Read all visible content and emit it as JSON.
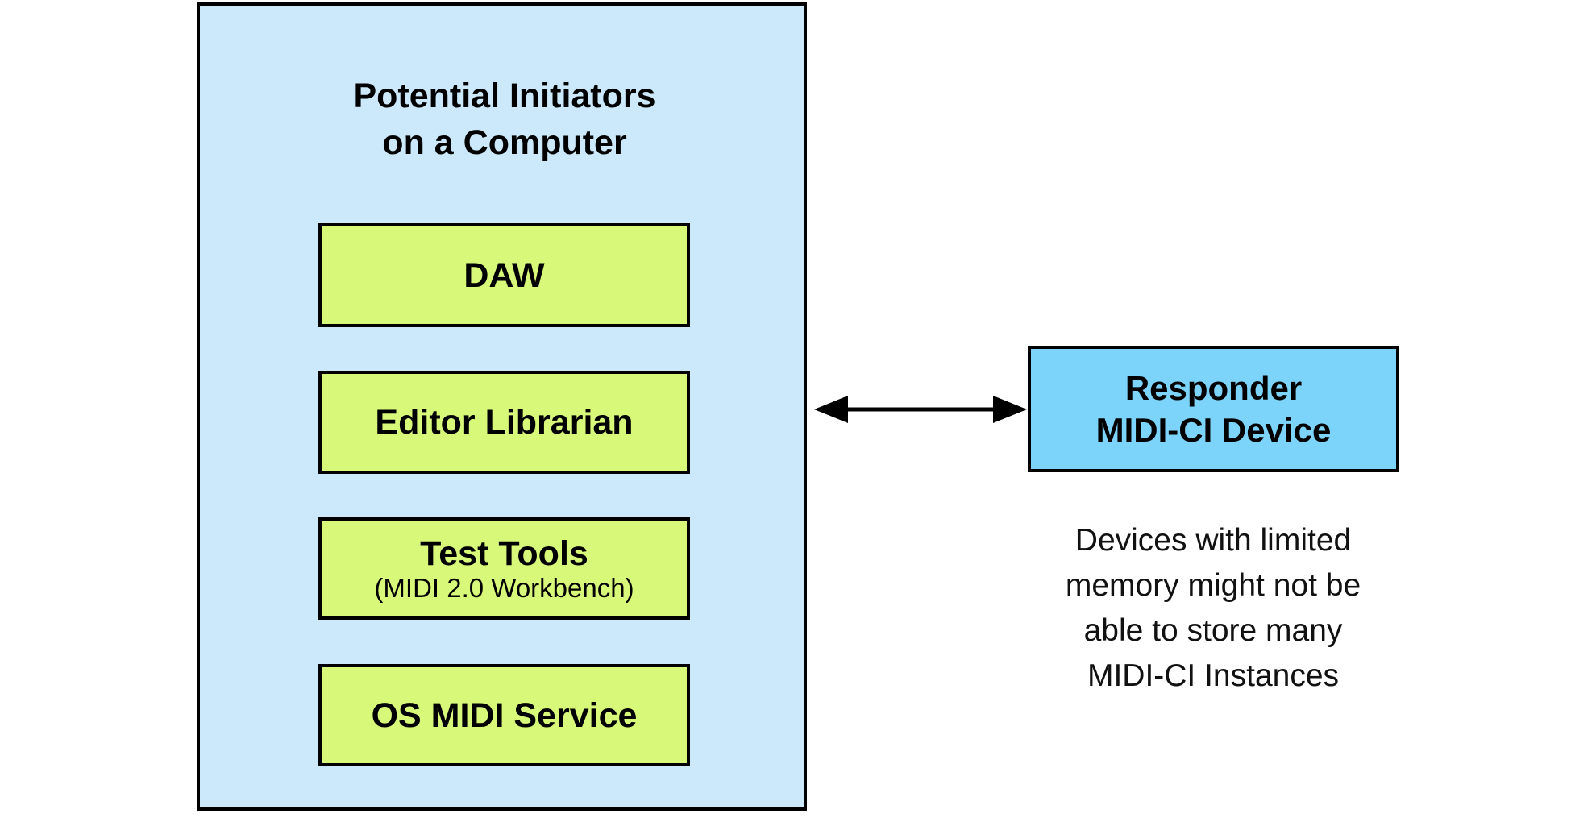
{
  "diagram": {
    "initiators_group": {
      "title": "Potential Initiators\non a Computer",
      "items": [
        {
          "label": "DAW",
          "sublabel": ""
        },
        {
          "label": "Editor Librarian",
          "sublabel": ""
        },
        {
          "label": "Test Tools",
          "sublabel": "(MIDI 2.0 Workbench)"
        },
        {
          "label": "OS MIDI Service",
          "sublabel": ""
        }
      ]
    },
    "connector": {
      "type": "bidirectional-arrow",
      "from": "Potential Initiators on a Computer",
      "to": "Responder MIDI-CI Device"
    },
    "responder": {
      "label": "Responder\nMIDI-CI Device"
    },
    "note": "Devices with limited\nmemory might not be\nable to store many\nMIDI-CI Instances",
    "colors": {
      "group_fill": "#cce9fb",
      "item_fill": "#d8f87a",
      "responder_fill": "#7dd4fb",
      "stroke": "#000000"
    }
  }
}
